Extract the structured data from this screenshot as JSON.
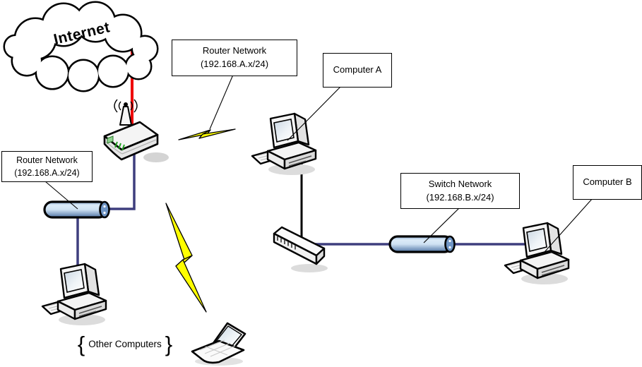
{
  "diagram": {
    "internet_label": "Internet",
    "labels": {
      "router_network_top": {
        "line1": "Router Network",
        "line2": "(192.168.A.x/24)"
      },
      "router_network_left": {
        "line1": "Router Network",
        "line2": "(192.168.A.x/24)"
      },
      "computer_a": "Computer A",
      "computer_b": "Computer B",
      "switch_network": {
        "line1": "Switch Network",
        "line2": "(192.168.B.x/24)"
      },
      "other_computers": {
        "brace_left": "{",
        "text": "Other Computers",
        "brace_right": "}"
      }
    },
    "colors": {
      "wan_link": "#ee0000",
      "lan_link": "#3e3e7e",
      "computer_link": "#000000",
      "bolt_fill": "#ffff00",
      "cylinder_top": "#8fb0d6",
      "cylinder_light": "#d6e7f6",
      "cylinder_bottom": "#4f74a4",
      "outline": "#000000",
      "label_box_bg": "#ffffff"
    }
  }
}
